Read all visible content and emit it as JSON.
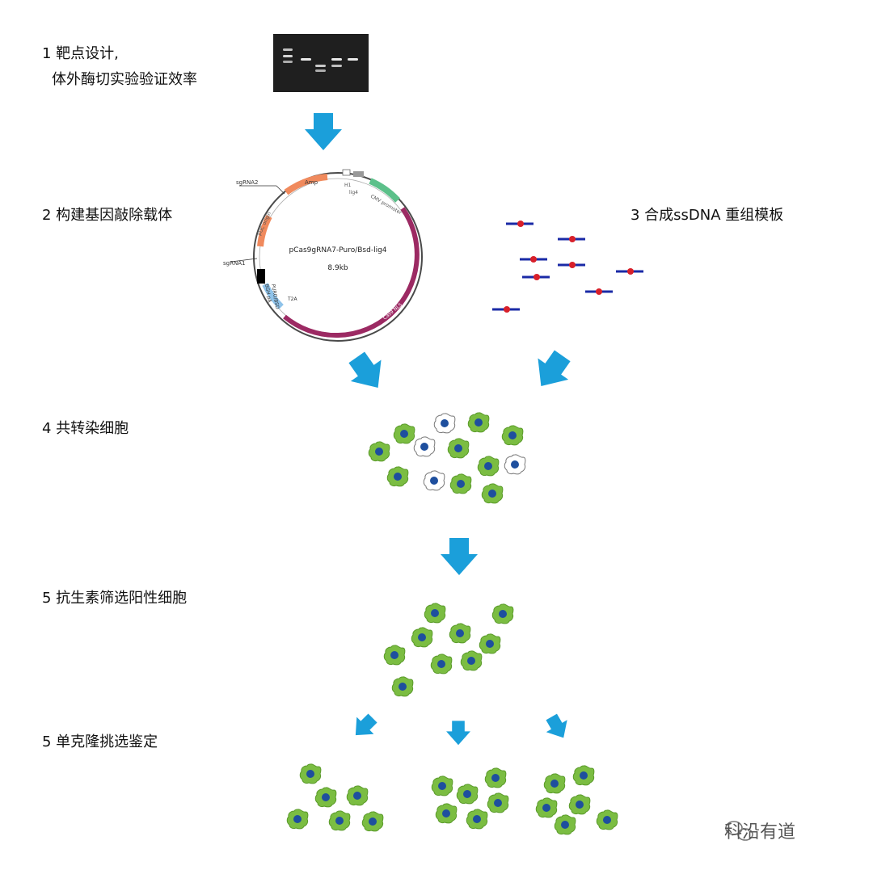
{
  "steps": {
    "s1_line1": "1 靶点设计,",
    "s1_line2": "体外酶切实验验证效率",
    "s2": "2 构建基因敲除载体",
    "s3": "3 合成ssDNA 重组模板",
    "s4": "4 共转染细胞",
    "s5a": "5 抗生素筛选阳性细胞",
    "s5b": "5 单克隆挑选鉴定"
  },
  "plasmid": {
    "name": "pCas9gRNA7-Puro/Bsd-lig4",
    "size": "8.9kb",
    "labels": {
      "sgrna2": "sgRNA2",
      "sgrna1": "sgRNA1",
      "amp": "Amp",
      "puc_origin": "pUC origin",
      "h1": "H1",
      "lig4": "lig4",
      "cmv": "CMV promoter",
      "cas9": "Cas9 NLS",
      "t2a": "T2A",
      "puro_bsd": "PURO/BSD",
      "bgh": "BGH pA"
    }
  },
  "colors": {
    "arrow": "#1b9fda",
    "cell_green": "#7bbd42",
    "cell_green_dark": "#5a9a2a",
    "nucleus": "#1e4f9e",
    "strand": "#1a2aa6",
    "dot": "#d8202a",
    "backbone_purple": "#9c2a63",
    "amp_orange": "#f08a5d",
    "cmv_green": "#5cc08a",
    "t2a_blue": "#8fc3ea"
  },
  "watermark": "科沿有道"
}
